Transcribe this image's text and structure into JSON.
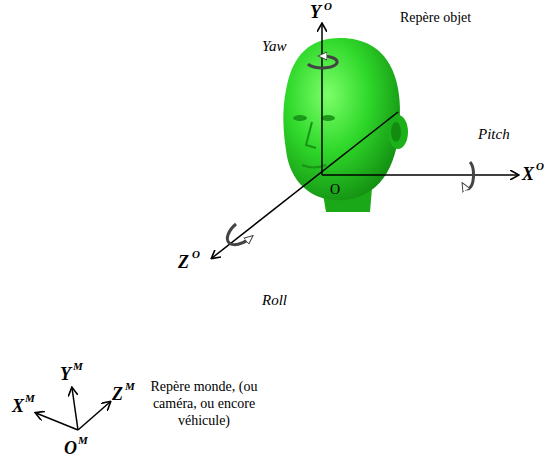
{
  "diagram": {
    "labels": [
      "Repère objet",
      "Y",
      "O",
      "Yaw",
      "Pitch",
      "X",
      "O",
      "O",
      "Z",
      "O",
      "Roll",
      "Y",
      "M",
      "X",
      "M",
      "Z",
      "M",
      "O",
      "M",
      "Repère monde, (ou caméra, ou encore véhicule)"
    ]
  }
}
